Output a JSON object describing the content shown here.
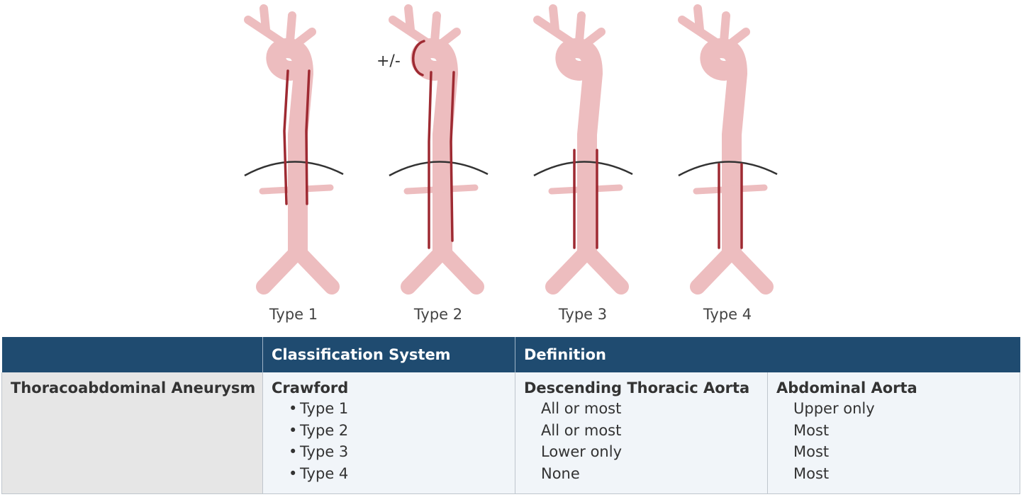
{
  "diagram": {
    "types": [
      {
        "label": "Type 1"
      },
      {
        "label": "Type 2",
        "annotation": "+/-"
      },
      {
        "label": "Type 3"
      },
      {
        "label": "Type 4"
      }
    ],
    "colors": {
      "aorta": "#edbdbf",
      "aneurysm_outline": "#9e2a32",
      "diaphragm": "#333333"
    }
  },
  "table": {
    "headers": [
      "",
      "Classification System",
      "Definition"
    ],
    "row_label": "Thoracoabdominal Aneurysm",
    "classification": {
      "title": "Crawford",
      "items": [
        "Type 1",
        "Type 2",
        "Type 3",
        "Type 4"
      ]
    },
    "definition_thoracic": {
      "title": "Descending Thoracic Aorta",
      "items": [
        "All or most",
        "All or most",
        "Lower only",
        "None"
      ]
    },
    "definition_abdominal": {
      "title": "Abdominal Aorta",
      "items": [
        "Upper only",
        "Most",
        "Most",
        "Most"
      ]
    },
    "colors": {
      "header_bg": "#1f4b70",
      "header_text": "#ffffff",
      "row_label_bg": "#e6e6e6",
      "cell_bg": "#f1f5f9"
    }
  }
}
